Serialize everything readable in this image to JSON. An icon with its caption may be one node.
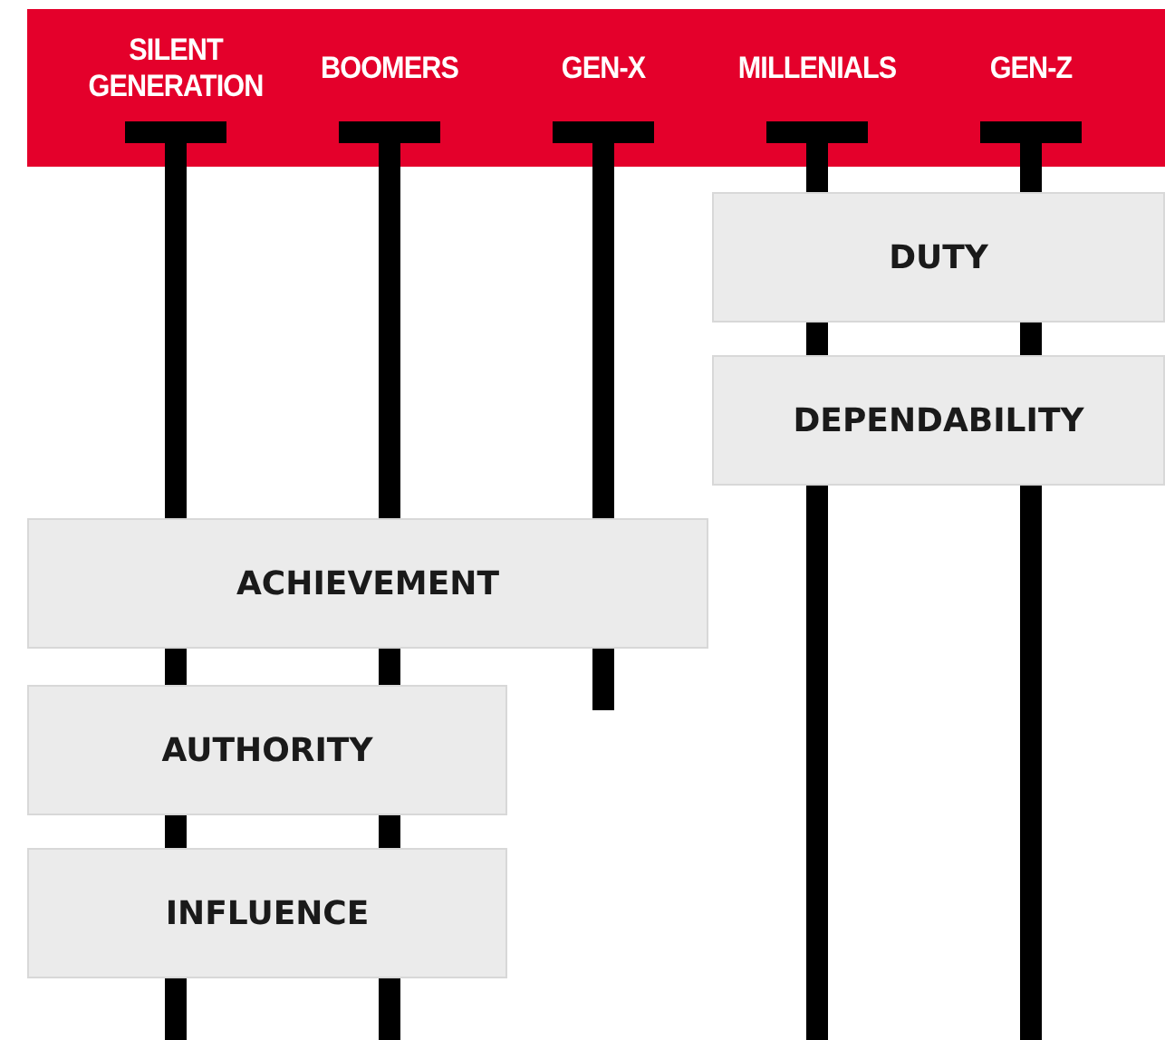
{
  "diagram": {
    "nodes": [
      {
        "text": [
          "SILENT GENERATION"
        ]
      },
      {
        "text": [
          "BOOMERS"
        ]
      },
      {
        "text": [
          "GEN-X"
        ]
      },
      {
        "text": [
          "MILLENIALS"
        ]
      },
      {
        "text": [
          "GEN-Z"
        ]
      },
      {
        "text": [
          "DUTY"
        ]
      },
      {
        "text": [
          "DEPENDABILITY"
        ]
      },
      {
        "text": [
          "ACHIEVEMENT"
        ]
      },
      {
        "text": [
          "AUTHORITY"
        ]
      },
      {
        "text": [
          "INFLUENCE"
        ]
      }
    ]
  }
}
